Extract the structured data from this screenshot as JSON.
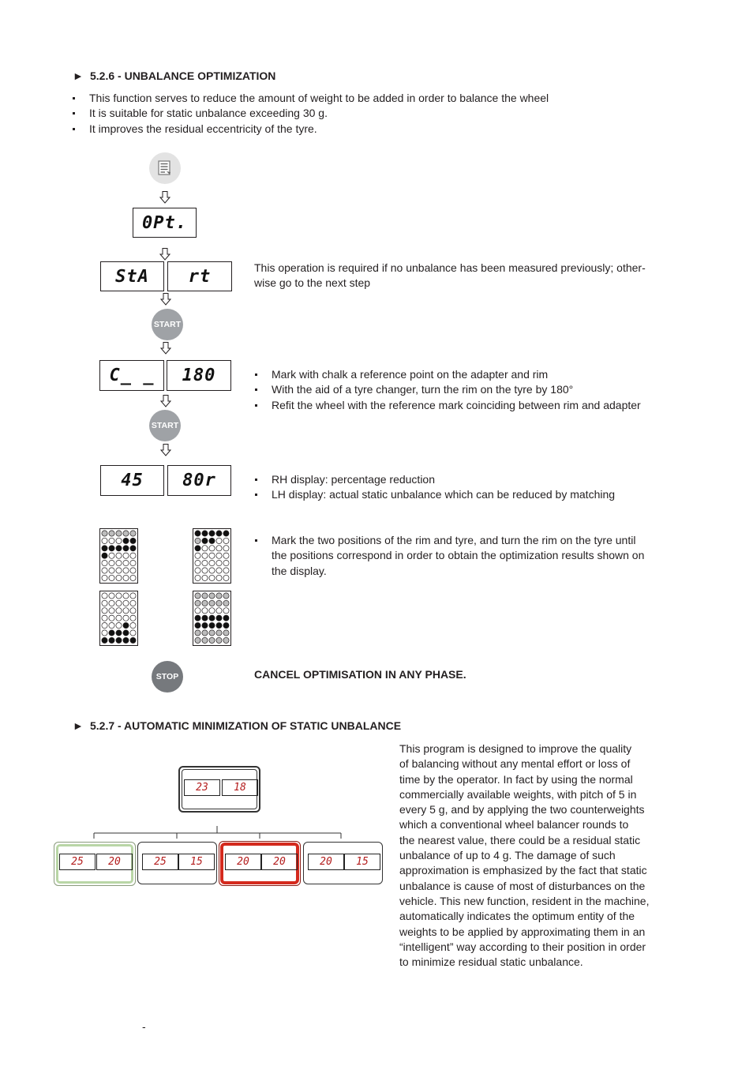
{
  "section1": {
    "arrow": "►",
    "title": "5.2.6 - UNBALANCE OPTIMIZATION",
    "bullets": [
      "This function serves to reduce the amount of weight to be added in order to balance the wheel",
      "It is suitable for static unbalance exceeding 30 g.",
      "It improves the residual eccentricity of the tyre."
    ],
    "menu_icon": "menu-list-icon",
    "display_opt": "0Pt.",
    "display_start_left": "StA",
    "display_start_right": "rt",
    "start_note_line1": "This operation is required if no unbalance has been measured previously; other-",
    "start_note_line2": "wise go to the next step",
    "start_button_label": "START",
    "display_c_left": "C_ _",
    "display_c_right": "180",
    "rotate_bullets": [
      "Mark with chalk a reference point on the adapter and rim",
      "With the aid of a tyre changer, turn the rim on the tyre by 180°",
      "Refit the wheel with the reference mark coinciding between rim and adapter"
    ],
    "display_res_left": "45",
    "display_res_right": "80r",
    "result_bullets": [
      "RH display: percentage reduction",
      "LH display: actual static unbalance which can be reduced by matching"
    ],
    "mark_bullet_lines": [
      "Mark the two positions of the rim and tyre, and turn the rim on the tyre until",
      "the positions correspond in order to obtain the optimization results shown on",
      "the display."
    ],
    "stop_button_label": "STOP",
    "cancel_text": "CANCEL OPTIMISATION IN ANY PHASE."
  },
  "section2": {
    "arrow": "►",
    "title": "5.2.7 - AUTOMATIC MINIMIZATION OF STATIC UNBALANCE",
    "top_display": [
      "23",
      "18"
    ],
    "options": [
      {
        "left": "25",
        "right": "20",
        "frame_color": "#b9d6a6"
      },
      {
        "left": "25",
        "right": "15",
        "frame_color": "#9a9a9a"
      },
      {
        "left": "20",
        "right": "20",
        "frame_color": "#d42a1e"
      },
      {
        "left": "20",
        "right": "15",
        "frame_color": "#9a9a9a"
      }
    ],
    "paragraph_lines": [
      "This program is designed to improve the quality",
      "of balancing without any mental effort or loss of",
      "time by the operator. In fact by using the normal",
      "commercially available weights, with pitch of 5 in",
      "every 5 g, and by applying the two counterweights",
      "which a conventional wheel balancer rounds to",
      "the nearest value, there could be a residual static",
      "unbalance of up to 4 g. The damage of such",
      "approximation is emphasized by the fact that static",
      "unbalance is cause of most of disturbances on the",
      "vehicle. This new function, resident in the machine,",
      "automatically indicates the optimum entity of the",
      "weights to be applied by approximating them in an",
      "“intelligent” way according to their position in order",
      "to minimize residual static unbalance."
    ]
  },
  "footer": {
    "mark": "-"
  }
}
